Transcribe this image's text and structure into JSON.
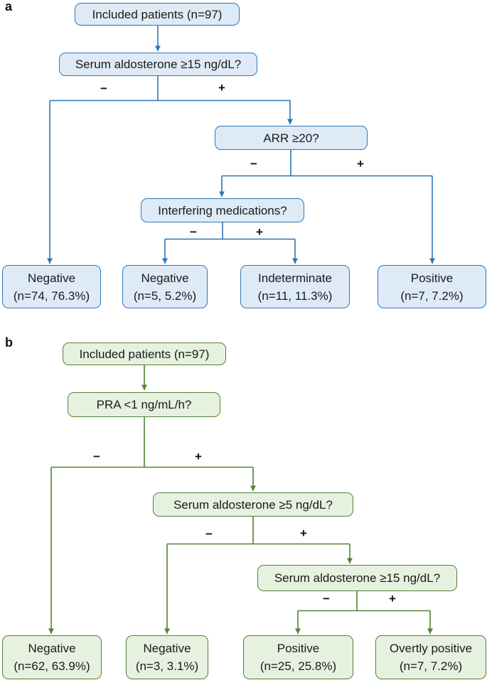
{
  "figure": {
    "background": "#ffffff",
    "panel_a": {
      "label": "a",
      "theme": {
        "border_color": "#2E75B6",
        "fill_color": "#DEEBF7",
        "line_color": "#2E75B6"
      },
      "branch_labels": {
        "minus": "−",
        "plus": "+"
      },
      "nodes": {
        "included": "Included patients (n=97)",
        "aldosterone15": "Serum aldosterone ≥15 ng/dL?",
        "arr": "ARR ≥20?",
        "medications": "Interfering medications?"
      },
      "outcomes": [
        {
          "label": "Negative",
          "stat": "(n=74, 76.3%)"
        },
        {
          "label": "Negative",
          "stat": "(n=5, 5.2%)"
        },
        {
          "label": "Indeterminate",
          "stat": "(n=11, 11.3%)"
        },
        {
          "label": "Positive",
          "stat": "(n=7, 7.2%)"
        }
      ]
    },
    "panel_b": {
      "label": "b",
      "theme": {
        "border_color": "#538135",
        "fill_color": "#E6F1DF",
        "line_color": "#538135"
      },
      "branch_labels": {
        "minus": "−",
        "plus": "+"
      },
      "nodes": {
        "included": "Included patients (n=97)",
        "pra": "PRA <1 ng/mL/h?",
        "aldosterone5": "Serum aldosterone ≥5 ng/dL?",
        "aldosterone15": "Serum aldosterone ≥15 ng/dL?"
      },
      "outcomes": [
        {
          "label": "Negative",
          "stat": "(n=62, 63.9%)"
        },
        {
          "label": "Negative",
          "stat": "(n=3, 3.1%)"
        },
        {
          "label": "Positive",
          "stat": "(n=25, 25.8%)"
        },
        {
          "label": "Overtly positive",
          "stat": "(n=7, 7.2%)"
        }
      ]
    }
  }
}
